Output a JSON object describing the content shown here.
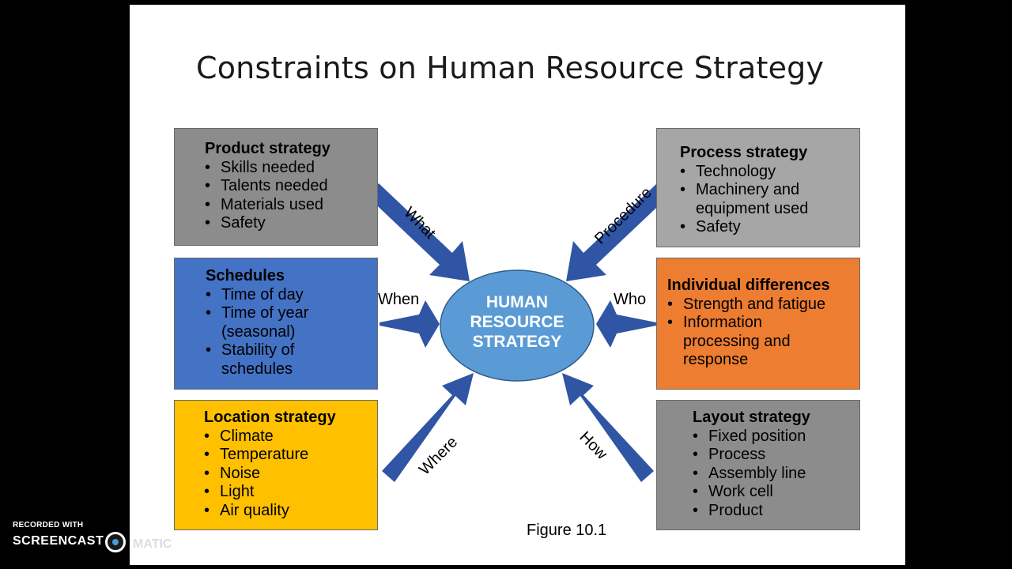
{
  "title": "Constraints on Human Resource Strategy",
  "center": {
    "line1": "HUMAN",
    "line2": "RESOURCE",
    "line3": "STRATEGY"
  },
  "boxes": {
    "product": {
      "title": "Product strategy",
      "items": [
        "Skills needed",
        "Talents needed",
        "Materials used",
        "Safety"
      ]
    },
    "schedules": {
      "title": "Schedules",
      "items": [
        "Time of day",
        "Time of year (seasonal)",
        "Stability of schedules"
      ]
    },
    "location": {
      "title": "Location strategy",
      "items": [
        "Climate",
        "Temperature",
        "Noise",
        "Light",
        "Air quality"
      ]
    },
    "process": {
      "title": "Process strategy",
      "items": [
        "Technology",
        "Machinery and equipment used",
        "Safety"
      ]
    },
    "individual": {
      "title": "Individual differences",
      "items": [
        "Strength and fatigue",
        "Information processing and response"
      ]
    },
    "layout": {
      "title": "Layout strategy",
      "items": [
        "Fixed position",
        "Process",
        "Assembly line",
        "Work cell",
        "Product"
      ]
    }
  },
  "arrow_labels": {
    "what": "What",
    "when": "When",
    "where": "Where",
    "procedure": "Procedure",
    "who": "Who",
    "how": "How"
  },
  "figure_label": "Figure 10.1",
  "watermark": {
    "line1": "RECORDED WITH",
    "line2": "SCREENCAST",
    "line3": "MATIC"
  },
  "colors": {
    "arrow": "#2f55a4",
    "ellipse": "#5b9bd5",
    "blue_box": "#4472c4",
    "orange_box": "#ed7d31",
    "yellow_box": "#ffc000"
  }
}
